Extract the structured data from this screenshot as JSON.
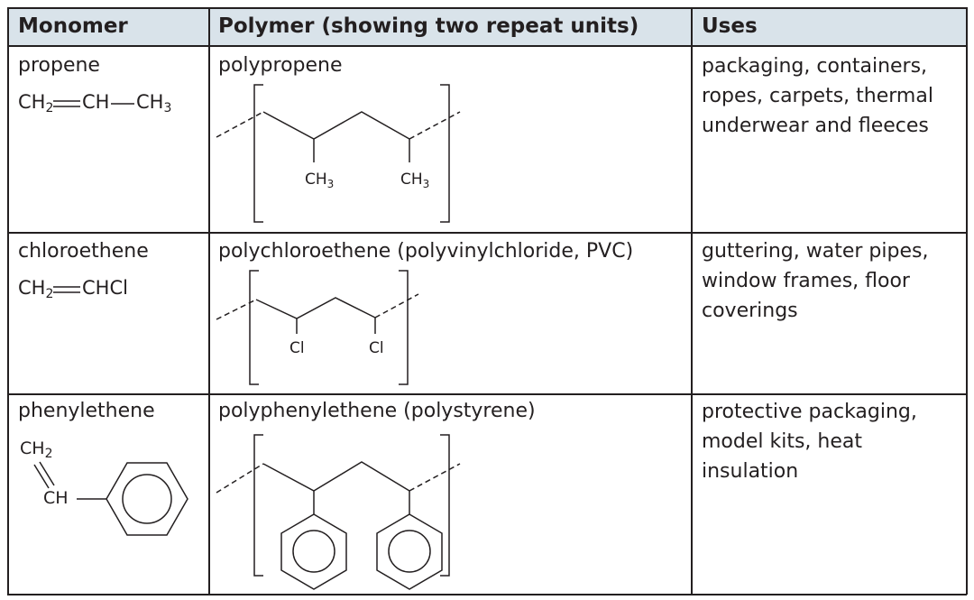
{
  "header": {
    "monomer": "Monomer",
    "polymer": "Polymer (showing two repeat units)",
    "uses": "Uses"
  },
  "rows": [
    {
      "monomer_name": "propene",
      "monomer_formula": {
        "a": "CH",
        "a_sub": "2",
        "b": "CH",
        "c": "CH",
        "c_sub": "3"
      },
      "polymer_name": "polypropene",
      "substituent_1": "CH",
      "substituent_1_sub": "3",
      "substituent_2": "CH",
      "substituent_2_sub": "3",
      "uses": [
        "packaging, containers,",
        "ropes, carpets, thermal",
        "underwear and fleeces"
      ]
    },
    {
      "monomer_name": "chloroethene",
      "monomer_formula": {
        "a": "CH",
        "a_sub": "2",
        "b": "CHCl"
      },
      "polymer_name": "polychloroethene (polyvinylchloride, PVC)",
      "substituent_1": "Cl",
      "substituent_2": "Cl",
      "uses": [
        "guttering, water pipes,",
        "window frames, floor",
        "coverings"
      ]
    },
    {
      "monomer_name": "phenylethene",
      "monomer_formula": {
        "a": "CH",
        "a_sub": "2",
        "b": "CH"
      },
      "polymer_name": "polyphenylethene (polystyrene)",
      "uses": [
        "protective packaging,",
        "model kits, heat",
        "insulation"
      ]
    }
  ]
}
